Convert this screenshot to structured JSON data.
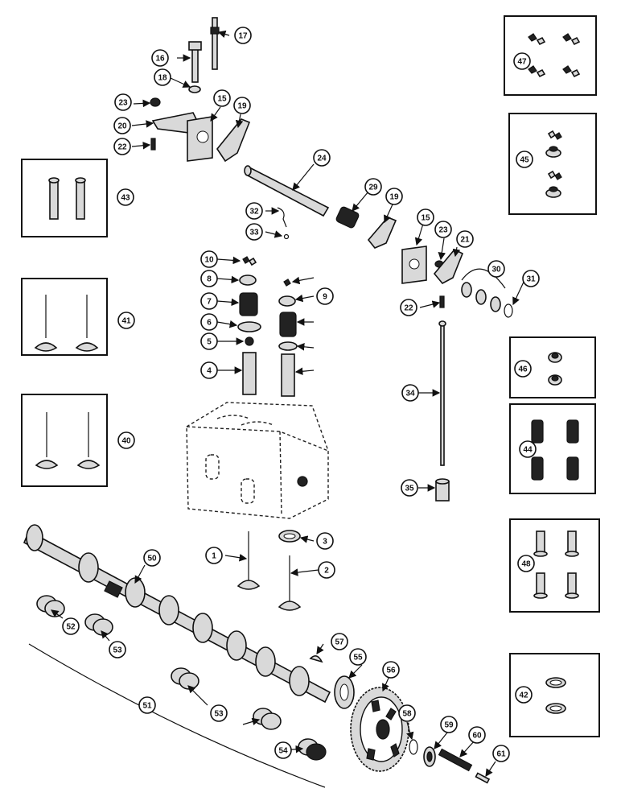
{
  "callouts": [
    "1",
    "2",
    "3",
    "4",
    "5",
    "6",
    "7",
    "8",
    "9",
    "10",
    "15",
    "16",
    "17",
    "18",
    "19",
    "20",
    "21",
    "22",
    "23",
    "24",
    "29",
    "30",
    "31",
    "32",
    "33",
    "34",
    "35",
    "40",
    "41",
    "42",
    "43",
    "44",
    "45",
    "46",
    "47",
    "48",
    "50",
    "51",
    "52",
    "53",
    "54",
    "55",
    "56",
    "57",
    "58",
    "59",
    "60",
    "61"
  ]
}
